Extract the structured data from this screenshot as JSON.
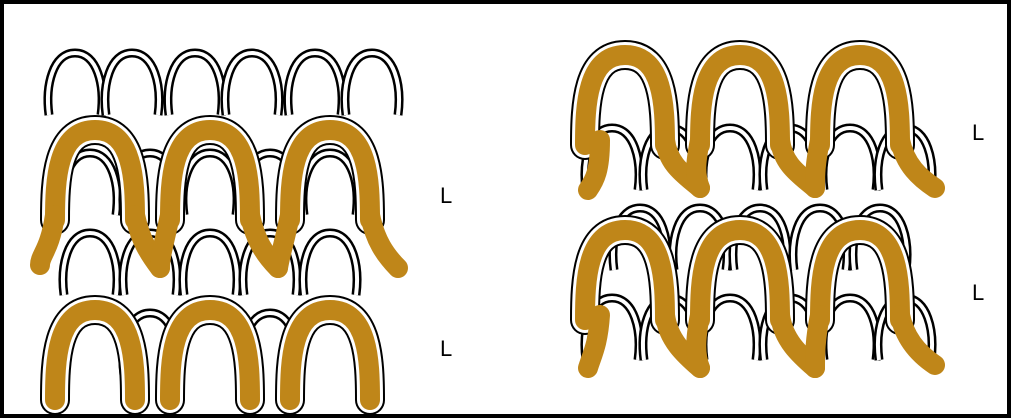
{
  "figure": {
    "colors": {
      "highlight_yarn": "#bf8619",
      "ground_yarn": "#000000",
      "background": "#ffffff"
    },
    "panels": [
      {
        "id": "left",
        "labels": [
          {
            "text": "L"
          },
          {
            "text": "L"
          }
        ]
      },
      {
        "id": "right",
        "labels": [
          {
            "text": "L"
          },
          {
            "text": "L"
          }
        ]
      }
    ]
  }
}
